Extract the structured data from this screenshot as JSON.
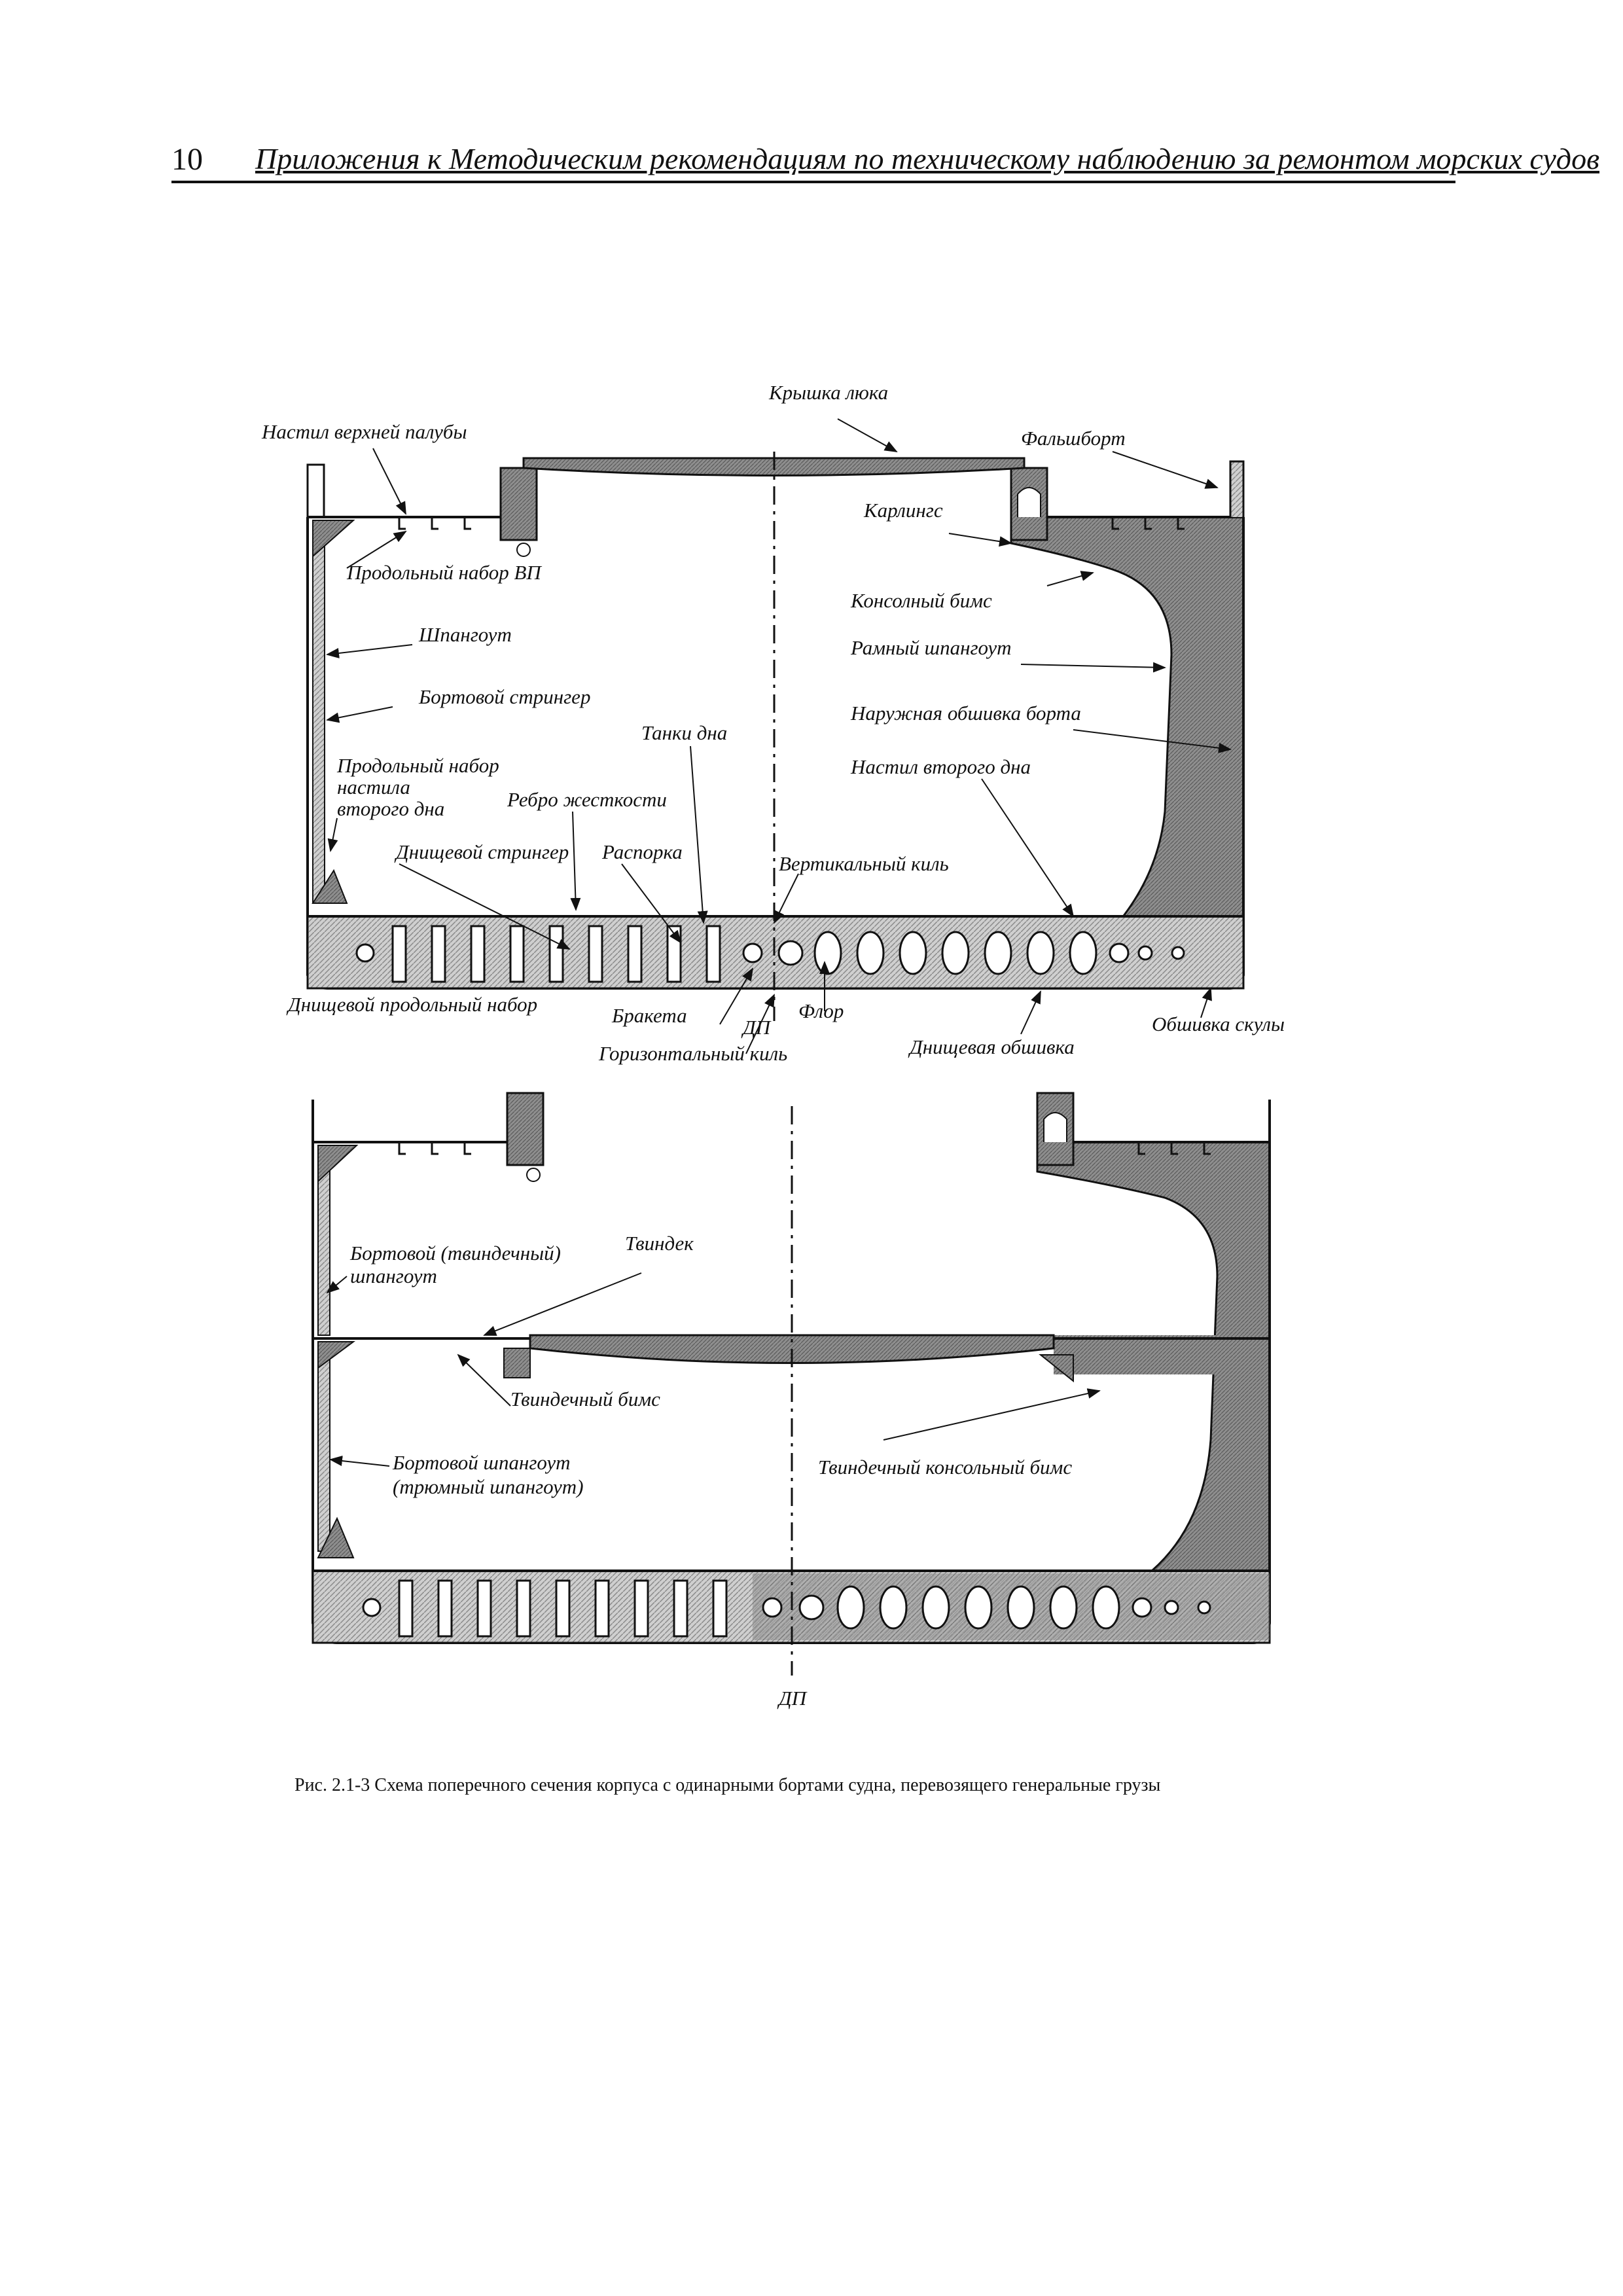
{
  "header": {
    "page_number": "10",
    "title": "Приложения к Методическим рекомендациям по техническому наблюдению за ремонтом морских судов"
  },
  "top": {
    "hatch_cover": "Крышка люка",
    "upper_deck_plating": "Настил верхней палубы",
    "bulwark": "Фальшборт",
    "coaming": "Карлингс",
    "upper_deck_longitudinals": "Продольный набор ВП",
    "cantilever_beam": "Консолный бимс",
    "frame": "Шпангоут",
    "web_frame": "Рамный шпангоут",
    "side_stringer": "Бортовой стрингер",
    "side_shell": "Наружная обшивка борта",
    "bottom_tanks": "Танки дна",
    "inner_bottom_long_1": "Продольный набор",
    "inner_bottom_long_2": "настила",
    "inner_bottom_long_3": "второго дна",
    "stiffener": "Ребро жесткости",
    "inner_bottom_plating": "Настил второго дна",
    "bottom_stringer": "Днищевой стрингер",
    "strut": "Распорка",
    "vertical_keel": "Вертикальный киль",
    "bottom_longitudinals": "Днищевой продольный набор",
    "bracket": "Бракета",
    "cl": "ДП",
    "floor": "Флор",
    "horizontal_keel": "Горизонтальный киль",
    "bottom_shell": "Днищевая обшивка",
    "bilge_plating": "Обшивка скулы"
  },
  "bottom": {
    "tweendeck_frame_1": "Бортовой (твиндечный)",
    "tweendeck_frame_2": "шпангоут",
    "tweendeck": "Твиндек",
    "tweendeck_beam": "Твиндечный бимс",
    "hold_frame_1": "Бортовой шпангоут",
    "hold_frame_2": "(трюмный шпангоут)",
    "tweendeck_cantilever": "Твиндечный консольный бимс",
    "cl": "ДП"
  },
  "caption": "Рис. 2.1-3 Схема поперечного сечения корпуса с одинарными бортами судна, перевозящего генеральные грузы"
}
